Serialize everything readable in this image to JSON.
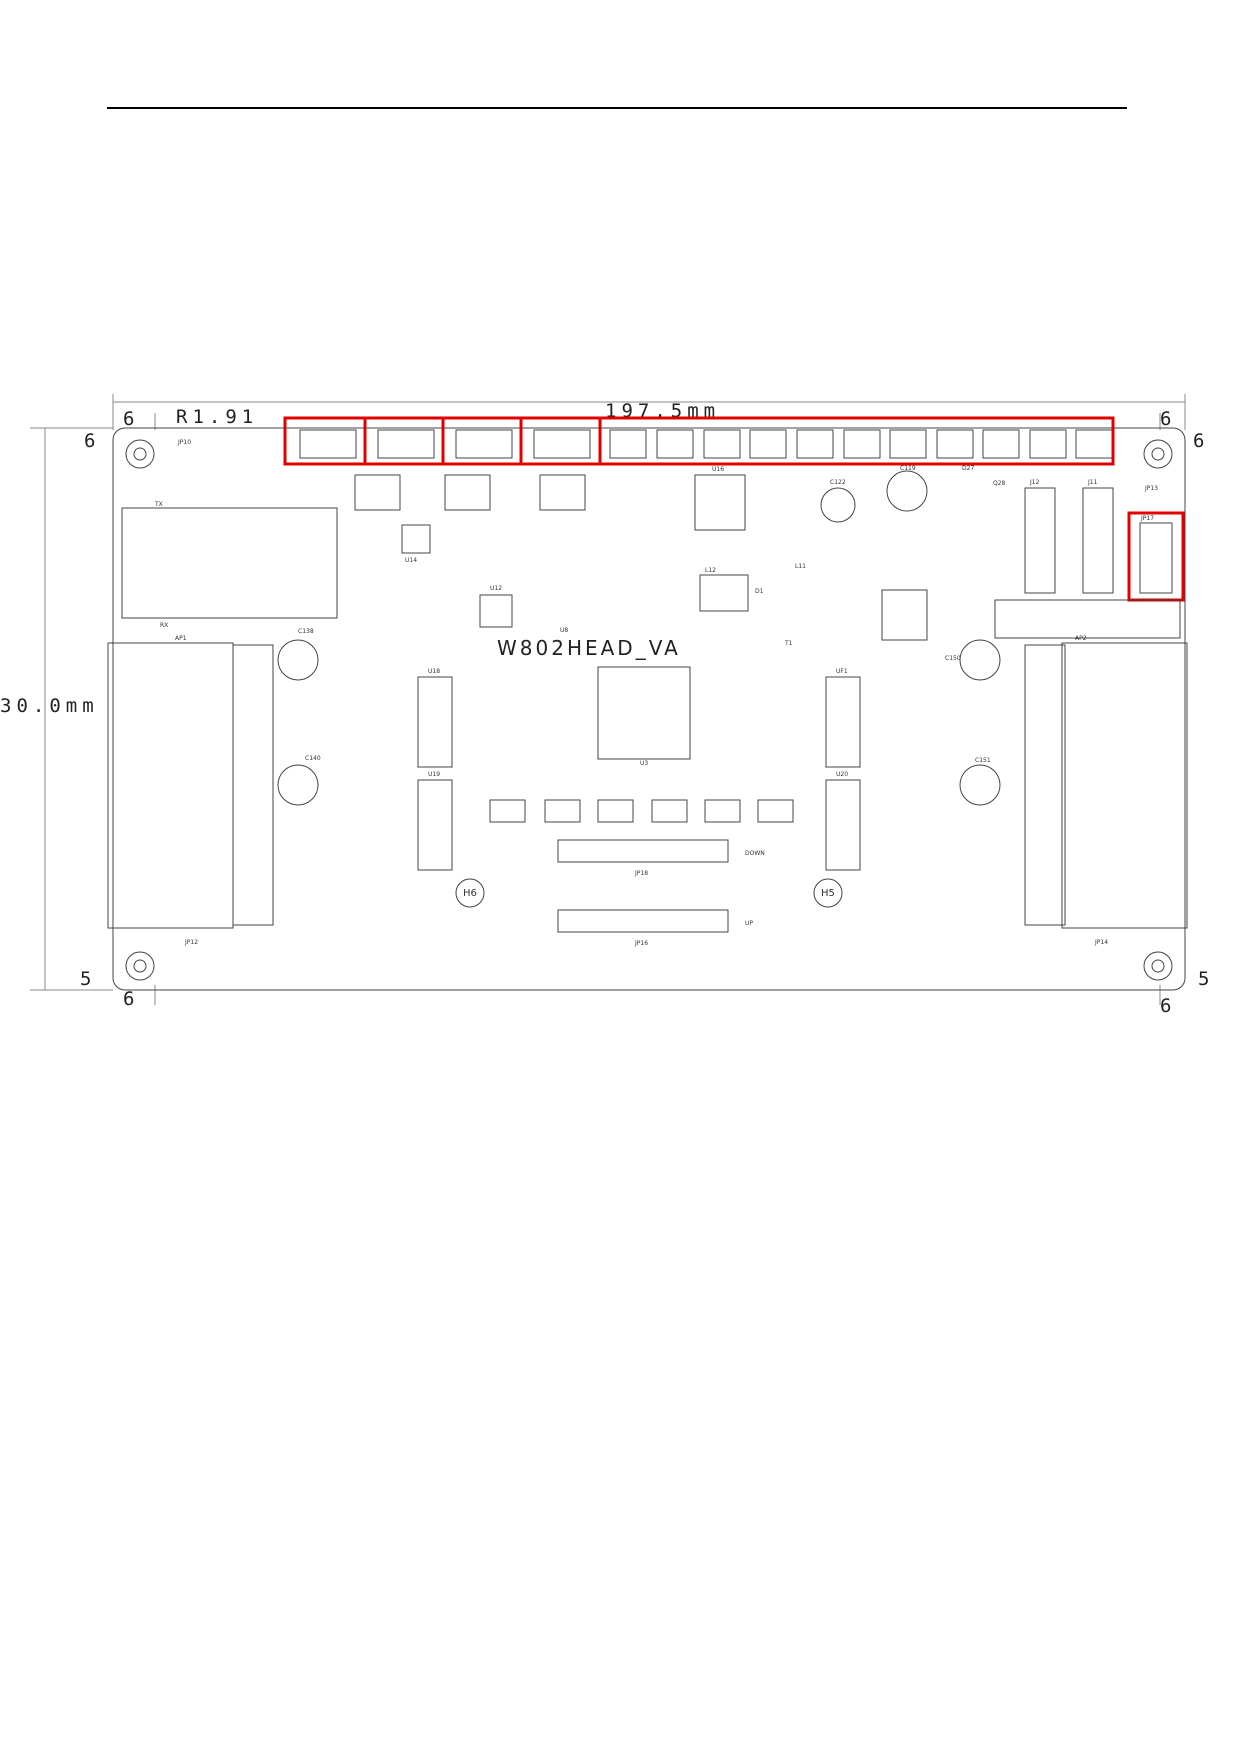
{
  "drawing": {
    "width_dim": "197.5mm",
    "height_dim": "30.0mm",
    "corner_radius": "R1.91",
    "offset_6": "6",
    "offset_5": "5",
    "board_name": "W802HEAD_VA",
    "holes": [
      "H6",
      "H5"
    ],
    "connector_labels": {
      "down": "DOWN",
      "up": "UP"
    },
    "components": [
      "AP1",
      "AP2",
      "U18",
      "U19",
      "U20",
      "UF1",
      "U3",
      "JP18",
      "JP16",
      "JP17",
      "J12",
      "J11",
      "JP10",
      "JP13",
      "JP14",
      "JP12",
      "C138",
      "C140",
      "C150",
      "C151",
      "C119",
      "C122",
      "U16",
      "U14",
      "U12",
      "U8",
      "D1",
      "L12",
      "L11",
      "T1",
      "Q28",
      "D27",
      "TX",
      "RX"
    ],
    "highlight_color": "#e00000"
  }
}
